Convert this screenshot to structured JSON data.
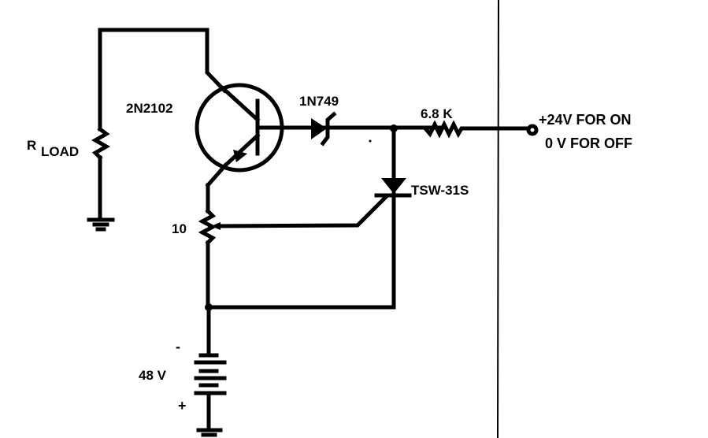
{
  "diagram": {
    "type": "circuit-schematic",
    "components": {
      "load_resistor": {
        "label_main": "R",
        "label_sub": "LOAD"
      },
      "transistor": {
        "label": "2N2102"
      },
      "zener_diode": {
        "label": "1N749"
      },
      "series_resistor": {
        "label": "6.8 K"
      },
      "scr": {
        "label": "TSW-31S"
      },
      "potentiometer": {
        "label": "10"
      },
      "battery": {
        "label": "48 V",
        "neg_sign": "-",
        "pos_sign": "+"
      }
    },
    "input": {
      "line1": "+24V FOR ON",
      "line2": "0 V  FOR OFF"
    },
    "colors": {
      "ink": "#000000",
      "paper": "#ffffff"
    }
  }
}
